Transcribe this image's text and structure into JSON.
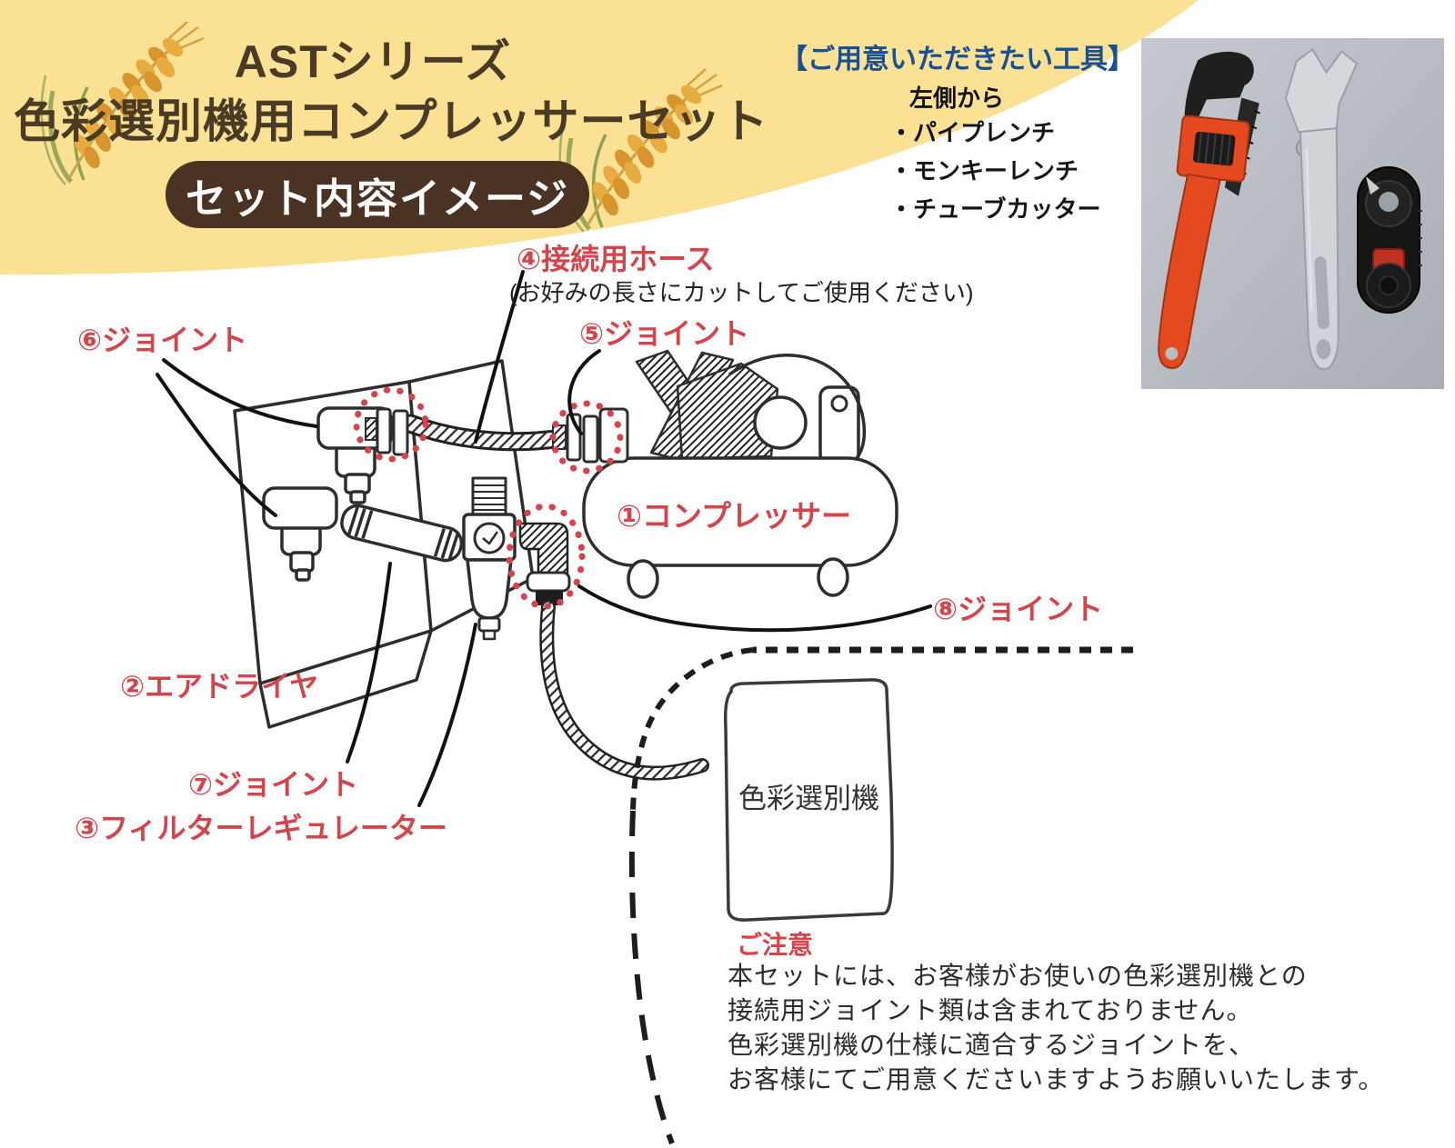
{
  "header": {
    "title_line1": "ASTシリーズ",
    "title_line2": "色彩選別機用コンプレッサーセット",
    "badge": "セット内容イメージ"
  },
  "tools": {
    "heading": "【ご用意いただきたい工具】",
    "intro": "左側から",
    "items": [
      "・パイプレンチ",
      "・モンキーレンチ",
      "・チューブカッター"
    ],
    "photo_icons": [
      "pipe-wrench-icon",
      "adjustable-wrench-icon",
      "tube-cutter-icon"
    ]
  },
  "diagram": {
    "labels": {
      "compressor": "①コンプレッサー",
      "air_dryer": "②エアドライヤ",
      "filter_regulator": "③フィルターレギュレーター",
      "hose": "④接続用ホース",
      "hose_note": "(お好みの長さにカットしてご使用ください)",
      "joint5": "⑤ジョイント",
      "joint6": "⑥ジョイント",
      "joint7": "⑦ジョイント",
      "joint8": "⑧ジョイント",
      "sorter": "色彩選別機"
    }
  },
  "notice": {
    "heading": "ご注意",
    "lines": [
      "本セットには、お客様がお使いの色彩選別機との",
      "接続用ジョイント類は含まれておりません。",
      "色彩選別機の仕様に適合するジョイントを、",
      "お客様にてご用意くださいますようお願いいたします。"
    ]
  },
  "colors": {
    "accent_red": "#d6444b",
    "heading_blue": "#1a4f94",
    "title_brown": "#4a3b26",
    "badge_bg": "#4a3322",
    "header_yellow": "#fae193",
    "wheat_gold": "#e5a83e",
    "sketch_ink": "#2d2d2d",
    "pipe_wrench_orange": "#e4491f"
  }
}
